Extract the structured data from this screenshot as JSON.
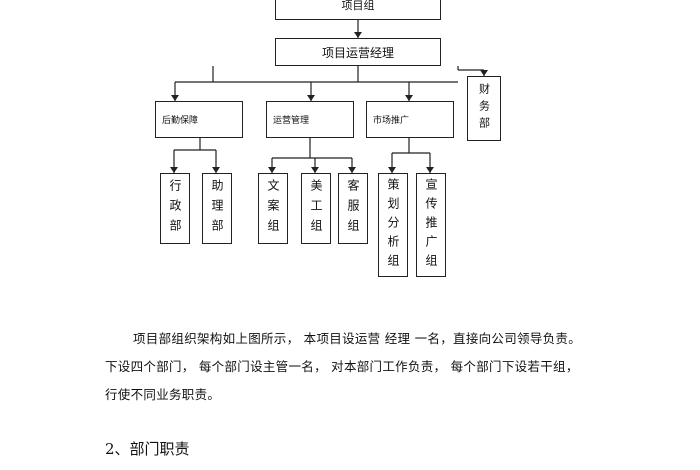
{
  "org_chart": {
    "top": "项目组",
    "manager": "项目运营经理",
    "finance": "财务部",
    "departments": [
      {
        "name": "后勤保障",
        "groups": [
          "行政部",
          "助理部"
        ]
      },
      {
        "name": "运营管理",
        "groups": [
          "文案组",
          "美工组",
          "客服组"
        ]
      },
      {
        "name": "市场推广",
        "groups": [
          "策划分析组",
          "宣传推广组"
        ]
      }
    ]
  },
  "paragraph": {
    "line1": "项目部组织架构如上图所示， 本项目设运营 经理 一名，直接向公司领导负责。",
    "line2": "下设四个部门， 每个部门设主管一名， 对本部门工作负责， 每个部门下设若干组，",
    "line3": "行使不同业务职责。"
  },
  "section_heading": "2、部门职责"
}
